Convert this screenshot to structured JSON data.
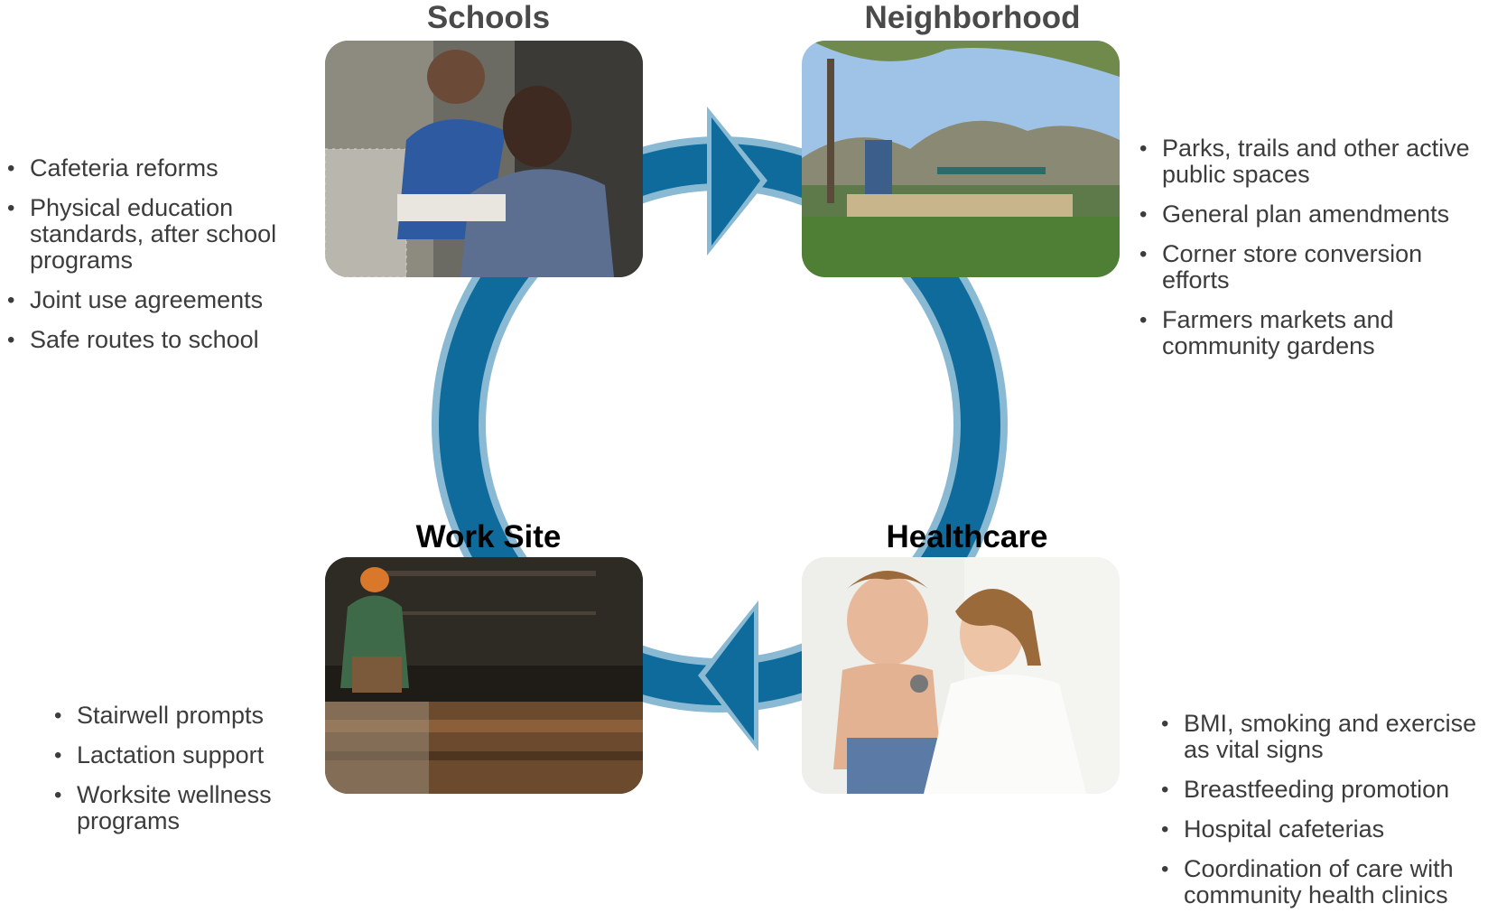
{
  "sections": {
    "schools": {
      "title": "Schools",
      "bullets": [
        "Cafeteria reforms",
        "Physical education standards, after school programs",
        "Joint use agreements",
        "Safe routes to school"
      ]
    },
    "neighborhood": {
      "title": "Neighborhood",
      "bullets": [
        "Parks, trails and other active public spaces",
        "General plan amendments",
        "Corner store conversion efforts",
        "Farmers markets and community gardens"
      ]
    },
    "work_site": {
      "title": "Work Site",
      "bullets": [
        "Stairwell prompts",
        "Lactation support",
        "Worksite wellness programs"
      ]
    },
    "healthcare": {
      "title": "Healthcare",
      "bullets": [
        "BMI, smoking and exercise as vital signs",
        "Breastfeeding promotion",
        "Hospital cafeterias",
        "Coordination of care with community health clinics"
      ]
    }
  },
  "colors": {
    "cycle_ring": "#0f6b9b",
    "cycle_ring_edge": "#8ab9d3"
  },
  "icons": {
    "top_arrow": "arrow-right-icon",
    "bottom_arrow": "arrow-left-icon"
  }
}
